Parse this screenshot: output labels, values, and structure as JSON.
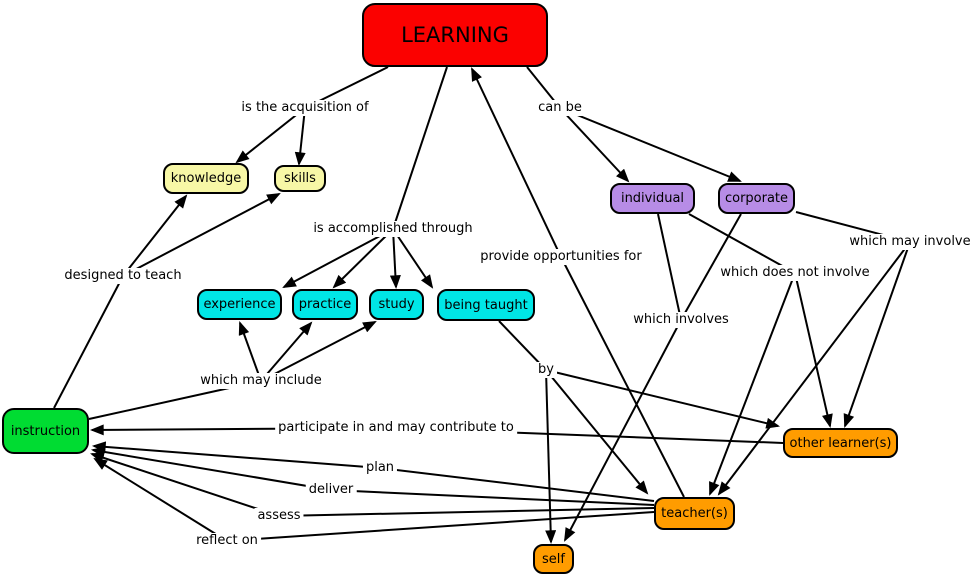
{
  "nodes": {
    "learning": {
      "label": "LEARNING",
      "color": "#fb0100"
    },
    "knowledge": {
      "label": "knowledge",
      "color": "#f7f7a6"
    },
    "skills": {
      "label": "skills",
      "color": "#f7f7a6"
    },
    "individual": {
      "label": "individual",
      "color": "#b78ce6"
    },
    "corporate": {
      "label": "corporate",
      "color": "#b78ce6"
    },
    "experience": {
      "label": "experience",
      "color": "#00e6e6"
    },
    "practice": {
      "label": "practice",
      "color": "#00e6e6"
    },
    "study": {
      "label": "study",
      "color": "#00e6e6"
    },
    "being_taught": {
      "label": "being taught",
      "color": "#00e6e6"
    },
    "instruction": {
      "label": "instruction",
      "color": "#00dc32"
    },
    "other_learners": {
      "label": "other learner(s)",
      "color": "#ff9c00"
    },
    "teachers": {
      "label": "teacher(s)",
      "color": "#ff9c00"
    },
    "self": {
      "label": "self",
      "color": "#ff9c00"
    }
  },
  "phrases": {
    "acquisition": {
      "label": "is the acquisition of"
    },
    "canbe": {
      "label": "can be"
    },
    "accomplished": {
      "label": "is accomplished through"
    },
    "provide": {
      "label": "provide opportunities for"
    },
    "designed": {
      "label": "designed to teach"
    },
    "wmi": {
      "label": "which may involve"
    },
    "wdni": {
      "label": "which does not involve"
    },
    "winv": {
      "label": "which involves"
    },
    "include": {
      "label": "which may include"
    },
    "by": {
      "label": "by"
    },
    "participate": {
      "label": "participate in and may contribute to"
    },
    "plan": {
      "label": "plan"
    },
    "deliver": {
      "label": "deliver"
    },
    "assess": {
      "label": "assess"
    },
    "reflect": {
      "label": "reflect on"
    }
  },
  "links": [
    {
      "from": "LEARNING",
      "phrase": "is the acquisition of",
      "to": [
        "knowledge",
        "skills"
      ]
    },
    {
      "from": "LEARNING",
      "phrase": "is accomplished through",
      "to": [
        "experience",
        "practice",
        "study",
        "being taught"
      ]
    },
    {
      "from": "LEARNING",
      "phrase": "can be",
      "to": [
        "individual",
        "corporate"
      ]
    },
    {
      "from": "teacher(s)",
      "phrase": "provide opportunities for",
      "to": [
        "LEARNING"
      ]
    },
    {
      "from": "instruction",
      "phrase": "designed to teach",
      "to": [
        "knowledge",
        "skills"
      ]
    },
    {
      "from": "instruction",
      "phrase": "which may include",
      "to": [
        "experience",
        "practice",
        "study"
      ]
    },
    {
      "from": "being taught",
      "phrase": "by",
      "to": [
        "self",
        "teacher(s)",
        "other learner(s)"
      ]
    },
    {
      "from": "individual",
      "phrase": "which involves",
      "to": [
        "self"
      ]
    },
    {
      "from": "corporate",
      "phrase": "which involves",
      "to": [
        "self"
      ]
    },
    {
      "from": "individual",
      "phrase": "which does not involve",
      "to": [
        "teacher(s)",
        "other learner(s)"
      ]
    },
    {
      "from": "corporate",
      "phrase": "which may involve",
      "to": [
        "teacher(s)",
        "other learner(s)"
      ]
    },
    {
      "from": "other learner(s)",
      "phrase": "participate in and may contribute to",
      "to": [
        "instruction"
      ]
    },
    {
      "from": "teacher(s)",
      "phrase": "plan",
      "to": [
        "instruction"
      ]
    },
    {
      "from": "teacher(s)",
      "phrase": "deliver",
      "to": [
        "instruction"
      ]
    },
    {
      "from": "teacher(s)",
      "phrase": "assess",
      "to": [
        "instruction"
      ]
    },
    {
      "from": "teacher(s)",
      "phrase": "reflect on",
      "to": [
        "instruction"
      ]
    }
  ]
}
